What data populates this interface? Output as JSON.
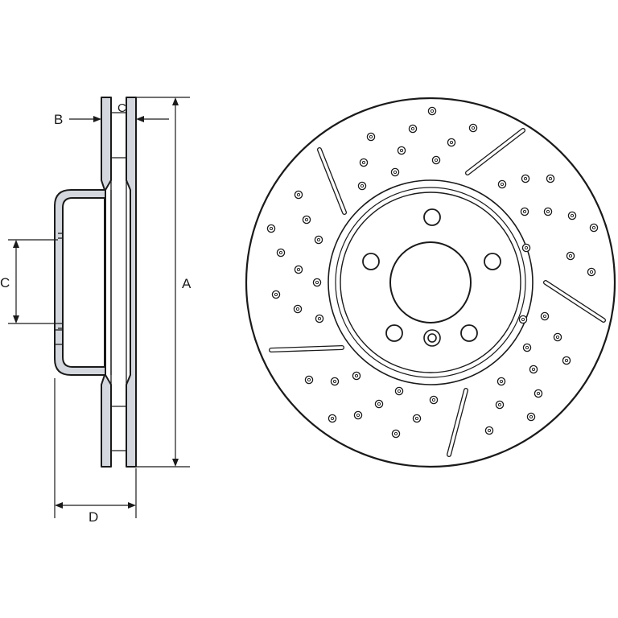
{
  "colors": {
    "stroke": "#1a1a1a",
    "fill": "#d4d8de",
    "background": "#ffffff"
  },
  "dimensions": {
    "a": "A",
    "b": "B",
    "c": "C",
    "d": "D"
  }
}
